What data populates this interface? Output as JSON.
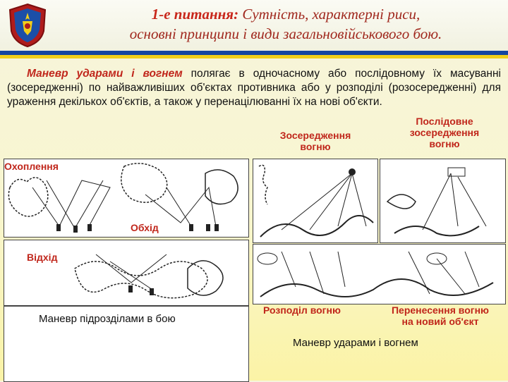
{
  "title": {
    "lead": "1-е питання:",
    "line1_rest": "Сутність, характерні риси,",
    "line2": "основні принципи і види загальновійськового бою."
  },
  "paragraph": {
    "lead": "Маневр ударами і вогнем",
    "rest": "полягає в одночасному або послідовному їх масуванні (зосередженні) по найважливіших об'єктах противника або у розподілі (розосередженні) для ураження декількох об'єктів, а також у перенацілюванні їх на нові об'єкти."
  },
  "labels": {
    "concentration_line1": "Зосередження",
    "concentration_line2": "вогню",
    "sequential_line1": "Послідовне",
    "sequential_line2": "зосередження",
    "sequential_line3": "вогню",
    "envelopment": "Охоплення",
    "bypass": "Обхід",
    "withdrawal": "Відхід",
    "fire_distribution": "Розподіл вогню",
    "fire_transfer_line1": "Перенесення вогню",
    "fire_transfer_line2": "на новий об'єкт"
  },
  "captions": {
    "units_maneuver": "Маневр підрозділами в бою",
    "strikes_maneuver": "Маневр ударами і вогнем"
  },
  "colors": {
    "accent": "#c0261b",
    "blue_stripe": "#1646a0",
    "yellow_stripe": "#f2cf1a"
  },
  "icons": [
    "emblem-icon"
  ]
}
